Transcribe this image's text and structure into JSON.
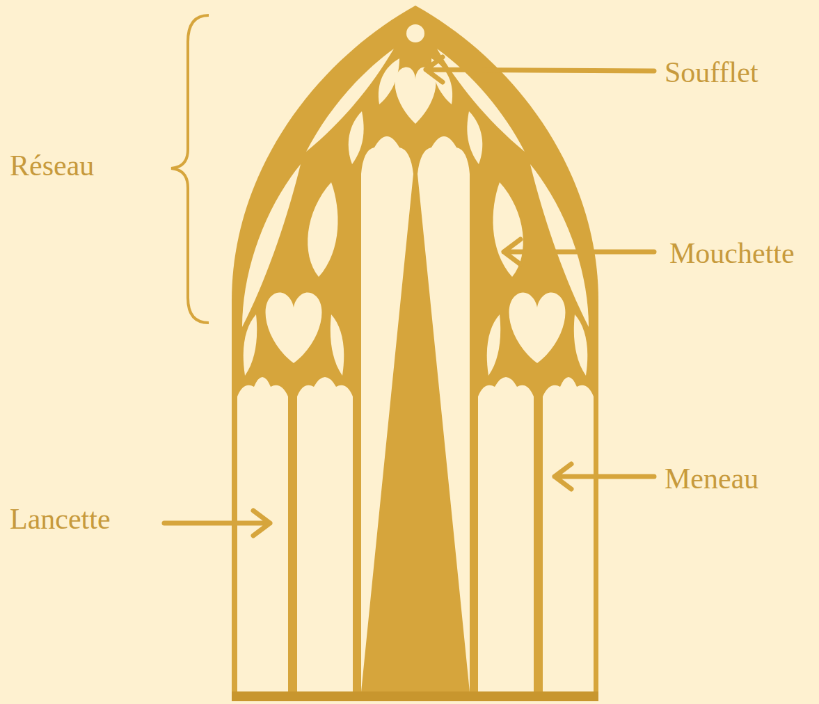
{
  "diagram": {
    "labels": [
      "Soufflet",
      "Réseau",
      "Mouchette",
      "Meneau",
      "Lancette"
    ]
  }
}
